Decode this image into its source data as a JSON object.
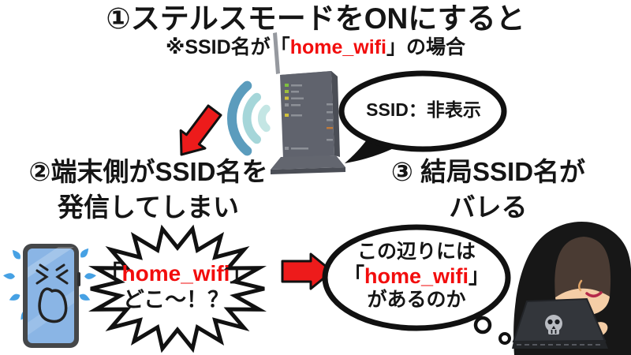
{
  "colors": {
    "red_accent": "#f20d0d",
    "arrow_red": "#ed1b1b",
    "text_black": "#151515",
    "wifi_arc_outer": "#5b9cbd",
    "wifi_arc_mid": "#a5d6d9",
    "wifi_arc_inner": "#c4e6e4",
    "router_gray": "#60636d",
    "phone_screen_blue": "#8ab5e5",
    "tear_blue": "#46a1e4",
    "laptop_gray": "#33363b",
    "skull_gray": "#b9bcc2",
    "skin": "#f4cda6"
  },
  "title": {
    "line1": "①ステルスモードをONにすると",
    "subtitle_prefix": "※SSID名が「",
    "subtitle_ssid": "home_wifi",
    "subtitle_suffix": "」の場合"
  },
  "router_bubble": {
    "text": "SSID：非表示"
  },
  "step2": {
    "line1": "②端末側がSSID名を",
    "line2": "発信してしまい"
  },
  "step3": {
    "line1": "③ 結局SSID名が",
    "line2": "バレる"
  },
  "phone_bubble": {
    "bracket_open": "「",
    "ssid": "home_wifi",
    "bracket_close": "」",
    "line2": "どこ〜！？"
  },
  "hacker_bubble": {
    "line1": "この辺りには",
    "bracket_open": "「",
    "ssid": "home_wifi",
    "bracket_close": "」",
    "line3": "があるのか"
  },
  "icons": {
    "wifi_signal": "wifi-signal-icon",
    "router": "wifi-router-illustration",
    "speech_bubble": "speech-bubble",
    "burst_bubble": "burst-speech-bubble",
    "thought_bubble": "thought-bubble",
    "arrow_down_left": "red-arrow-down-left-icon",
    "arrow_right": "red-arrow-right-icon",
    "crying_phone": "crying-smartphone-illustration",
    "hacker": "hacker-illustration",
    "skull": "skull-icon"
  }
}
